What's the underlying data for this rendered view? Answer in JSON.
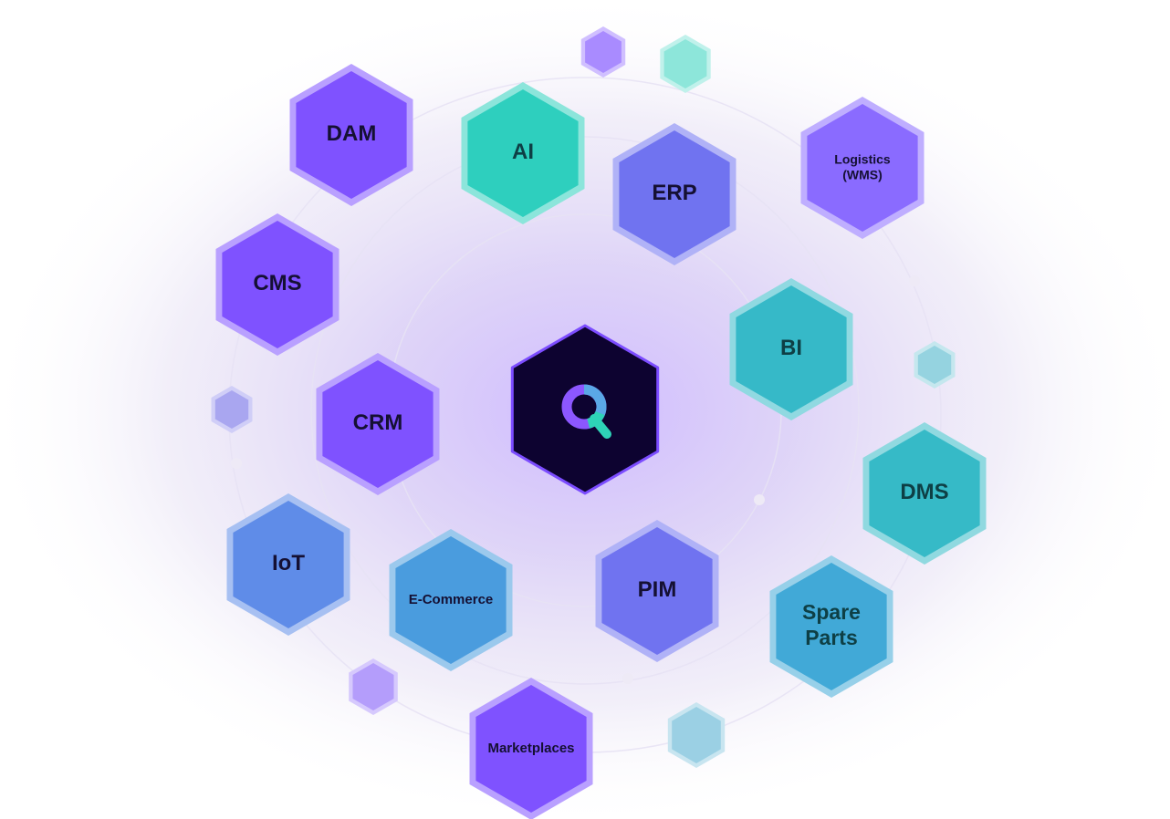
{
  "center": {
    "icon": "q-logo-icon",
    "colors": {
      "fill": "#0D0330",
      "border": "#7C4DFF",
      "ring_purple": "#8C57FF",
      "ring_blue": "#5AA8E6",
      "ring_teal": "#2ED3B7"
    }
  },
  "nodes": [
    {
      "id": "dam",
      "label": "DAM",
      "color": "#7F52FF"
    },
    {
      "id": "ai",
      "label": "AI",
      "color": "#2ECFBE"
    },
    {
      "id": "erp",
      "label": "ERP",
      "color": "#7073F0"
    },
    {
      "id": "logistics",
      "label": "Logistics\n(WMS)",
      "color": "#8A6BFF"
    },
    {
      "id": "cms",
      "label": "CMS",
      "color": "#7F52FF"
    },
    {
      "id": "bi",
      "label": "BI",
      "color": "#36B9C8"
    },
    {
      "id": "crm",
      "label": "CRM",
      "color": "#7F52FF"
    },
    {
      "id": "dms",
      "label": "DMS",
      "color": "#36BAC7"
    },
    {
      "id": "iot",
      "label": "IoT",
      "color": "#5F8CE8"
    },
    {
      "id": "ecommerce",
      "label": "E-Commerce",
      "color": "#4A9CDE"
    },
    {
      "id": "pim",
      "label": "PIM",
      "color": "#7073F0"
    },
    {
      "id": "spare-parts",
      "label": "Spare\nParts",
      "color": "#41A9D7"
    },
    {
      "id": "marketplaces",
      "label": "Marketplaces",
      "color": "#7F52FF"
    }
  ],
  "decor_hexes": [
    {
      "color": "#A98BFF"
    },
    {
      "color": "#8DE6DA"
    },
    {
      "color": "#A9A6F0"
    },
    {
      "color": "#95D3E0"
    },
    {
      "color": "#B49DFB"
    },
    {
      "color": "#9BD0E4"
    }
  ],
  "colors": {
    "background_glow": "#D8CCF7",
    "orbit_line": "#E7E2F4",
    "dot": "#EEEAF6",
    "dark_label": "#151033",
    "teal_label": "#0E3F45"
  }
}
